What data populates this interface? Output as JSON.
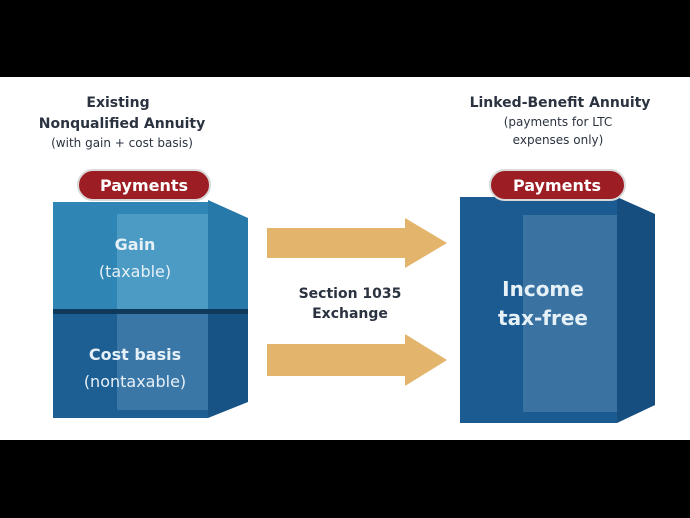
{
  "left": {
    "title_line1": "Existing",
    "title_line2": "Nonqualified Annuity",
    "subtitle": "(with gain + cost basis)",
    "payments_label": "Payments",
    "gain_label": "Gain",
    "gain_sub": "(taxable)",
    "cost_label": "Cost basis",
    "cost_sub": "(nontaxable)"
  },
  "middle": {
    "line1": "Section 1035",
    "line2": "Exchange"
  },
  "right": {
    "title": "Linked-Benefit Annuity",
    "subtitle_line1": "(payments for LTC",
    "subtitle_line2": "expenses only)",
    "payments_label": "Payments",
    "body_line1": "Income",
    "body_line2": "tax-free"
  },
  "colors": {
    "gain": "#2f85b4",
    "cost": "#1d5e93",
    "linked": "#1c5a92",
    "arrow": "#e2b46c",
    "pill": "#9c1d24",
    "title_text": "#2b3340"
  }
}
